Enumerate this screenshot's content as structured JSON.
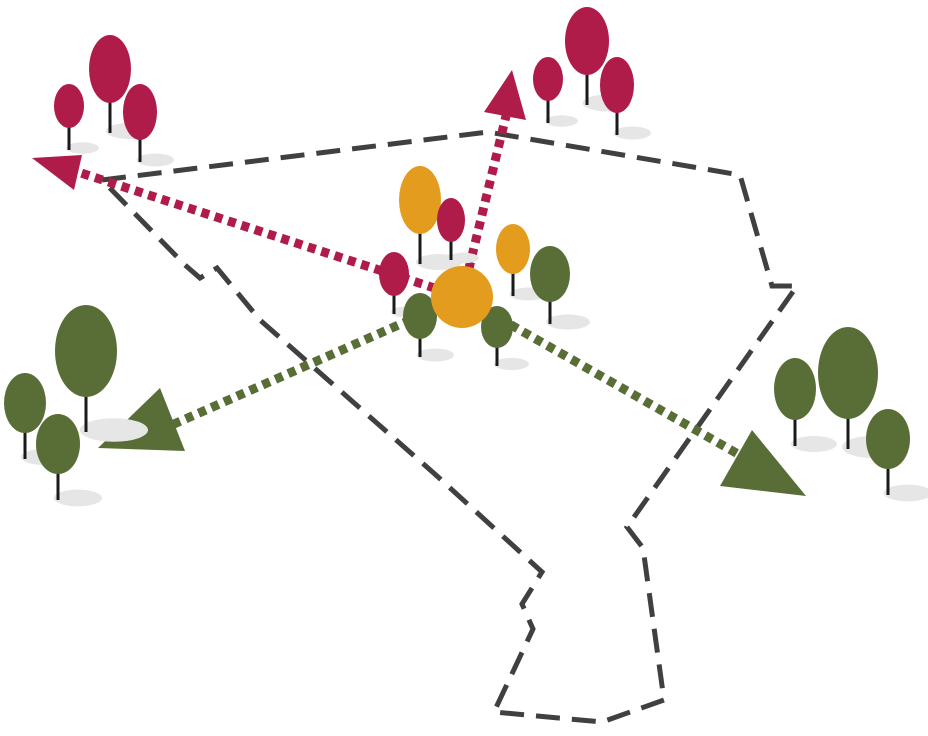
{
  "colors": {
    "background": "#ffffff",
    "boundary": "#404040",
    "crimson": "#b01c4a",
    "green": "#586e36",
    "orange": "#e49c1e",
    "trunk": "#1a1a1a",
    "shadow": "#e6e6e6"
  },
  "legend": [],
  "elements": {
    "boundary": {
      "name": "dashed-boundary-outline",
      "style": "dashed",
      "color_key": "boundary"
    },
    "origin": {
      "name": "origin-dot",
      "color_key": "orange"
    },
    "arrows": [
      {
        "name": "arrow-crimson-northwest",
        "color_key": "crimson",
        "icon": "arrow-icon"
      },
      {
        "name": "arrow-crimson-north",
        "color_key": "crimson",
        "icon": "arrow-icon"
      },
      {
        "name": "arrow-green-southwest",
        "color_key": "green",
        "icon": "arrow-icon"
      },
      {
        "name": "arrow-green-southeast",
        "color_key": "green",
        "icon": "arrow-icon"
      }
    ],
    "tree_groups": [
      {
        "name": "tree-group-crimson-northwest",
        "color_key": "crimson",
        "icon": "tree-icon"
      },
      {
        "name": "tree-group-crimson-north",
        "color_key": "crimson",
        "icon": "tree-icon"
      },
      {
        "name": "tree-group-center-mixed",
        "icon": "tree-icon"
      },
      {
        "name": "tree-group-green-west",
        "color_key": "green",
        "icon": "tree-icon"
      },
      {
        "name": "tree-group-green-east",
        "color_key": "green",
        "icon": "tree-icon"
      }
    ]
  }
}
